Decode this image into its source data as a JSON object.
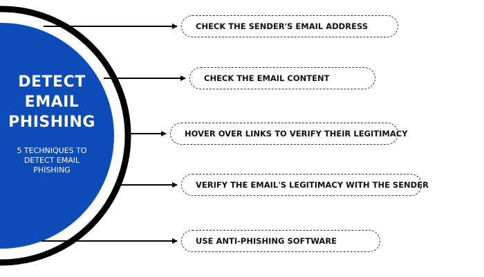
{
  "center": {
    "title": "DETECT\nEMAIL\nPHISHING",
    "subtitle": "5 TECHNIQUES TO\nDETECT EMAIL\nPHISHING",
    "fill_color": "#0d4cb8",
    "ring_color": "#000000"
  },
  "techniques": [
    {
      "label": "CHECK THE SENDER'S EMAIL ADDRESS"
    },
    {
      "label": "CHECK THE EMAIL CONTENT"
    },
    {
      "label": "HOVER OVER LINKS TO VERIFY THEIR LEGITIMACY"
    },
    {
      "label": "VERIFY THE EMAIL'S LEGITIMACY WITH THE SENDER"
    },
    {
      "label": "USE ANTI-PHISHING SOFTWARE"
    }
  ]
}
